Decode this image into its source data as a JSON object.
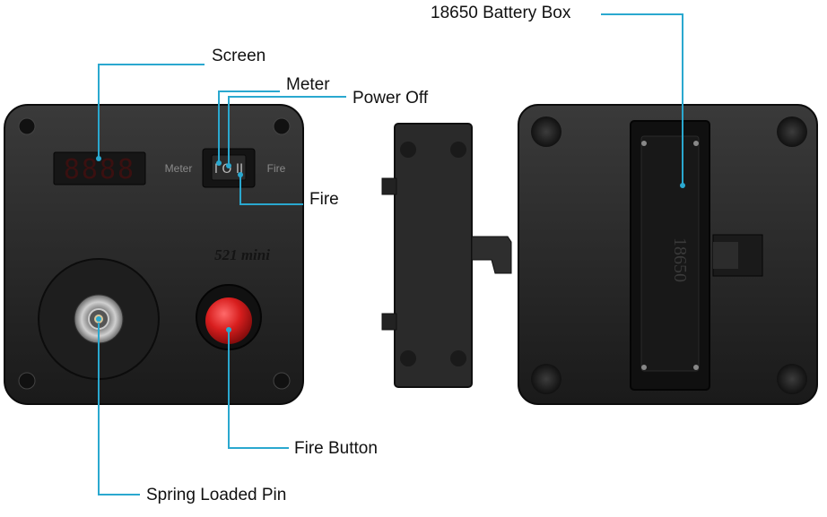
{
  "callouts": {
    "screen": "Screen",
    "meter": "Meter",
    "power_off": "Power Off",
    "fire": "Fire",
    "battery_box": "18650 Battery Box",
    "fire_button": "Fire Button",
    "spring_pin": "Spring Loaded Pin"
  },
  "device": {
    "model_label": "521 mini",
    "switch_left_label": "Meter",
    "switch_right_label": "Fire",
    "display_digits": "8888",
    "battery_print": "18650"
  },
  "colors": {
    "callout_line": "#2aa8cf",
    "body": "#242424",
    "fire_button": "#d81e1e",
    "display_segments": "#b01818"
  }
}
